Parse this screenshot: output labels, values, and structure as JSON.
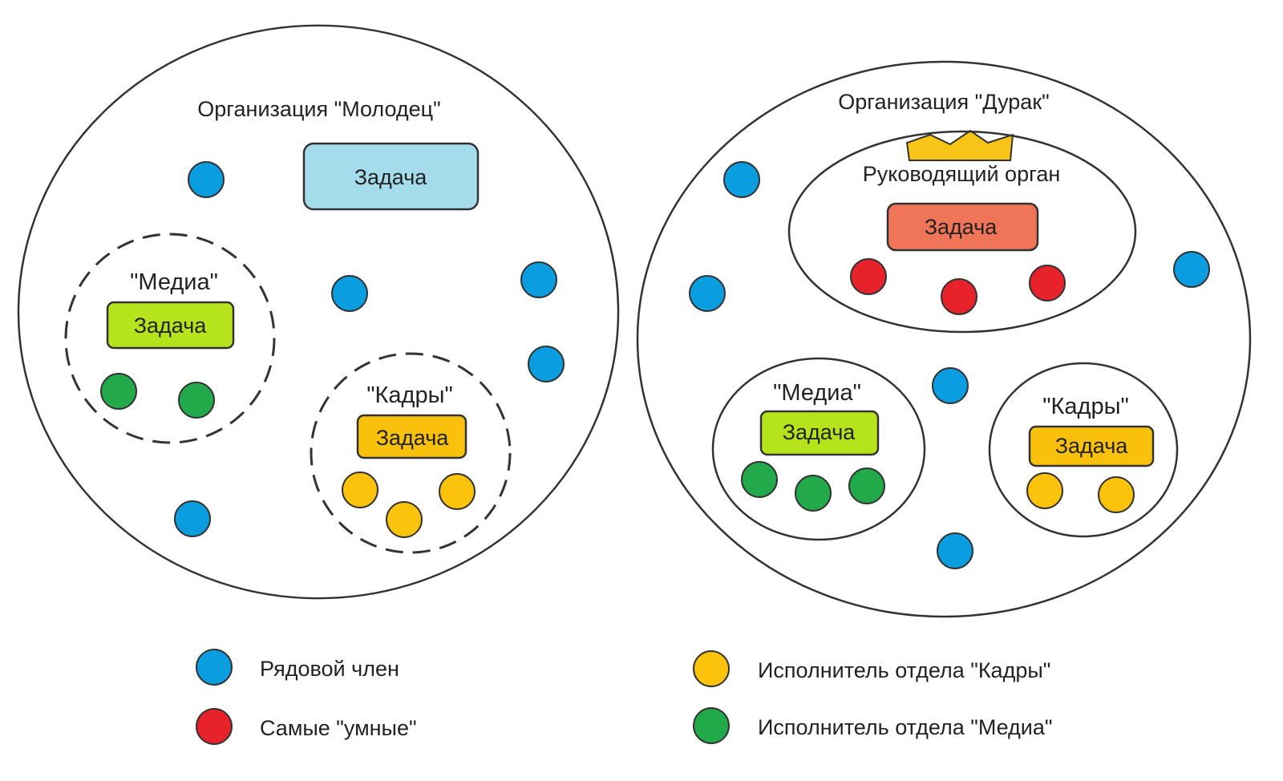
{
  "colors": {
    "blue": "#0A9DE0",
    "red": "#E8222B",
    "green": "#22AA4A",
    "yellow": "#FCC30D",
    "task_blue": "#A5DCEB",
    "task_green": "#B6E41C",
    "task_yellow": "#FAC10C",
    "task_orange": "#EF7458",
    "crown": "#F9C418",
    "stroke": "#333333"
  },
  "left": {
    "title": "Организация \"Молодец\"",
    "task": "Задача",
    "media": {
      "label": "\"Медиа\"",
      "task": "Задача"
    },
    "kadry": {
      "label": "\"Кадры\"",
      "task": "Задача"
    }
  },
  "right": {
    "title": "Организация \"Дурак\"",
    "governing": {
      "label": "Руководящий орган",
      "task": "Задача",
      "icon": "crown-icon"
    },
    "media": {
      "label": "\"Медиа\"",
      "task": "Задача"
    },
    "kadry": {
      "label": "\"Кадры\"",
      "task": "Задача"
    }
  },
  "legend": {
    "items": [
      {
        "label": "Рядовой член",
        "color": "blue"
      },
      {
        "label": "Самые \"умные\"",
        "color": "red"
      },
      {
        "label": "Исполнитель отдела \"Кадры\"",
        "color": "yellow"
      },
      {
        "label": "Исполнитель отдела \"Медиа\"",
        "color": "green"
      }
    ]
  }
}
